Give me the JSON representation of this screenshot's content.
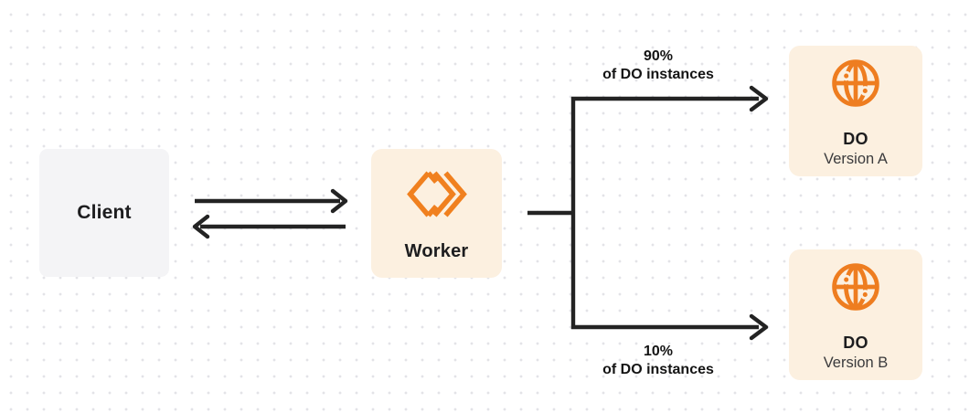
{
  "canvas": {
    "background": "#ffffff",
    "dot_grid_color": "#e3e3e7"
  },
  "nodes": {
    "client": {
      "label": "Client",
      "fill": "#f4f4f6"
    },
    "worker": {
      "label": "Worker",
      "fill": "#fcf0e0",
      "icon": "workers-chevron-icon"
    },
    "do_version_a": {
      "title": "DO",
      "subtitle": "Version A",
      "fill": "#fcf0e0",
      "icon": "globe-icon"
    },
    "do_version_b": {
      "title": "DO",
      "subtitle": "Version B",
      "fill": "#fcf0e0",
      "icon": "globe-icon"
    }
  },
  "branch_labels": {
    "top": {
      "line1": "90%",
      "line2": "of DO instances"
    },
    "bottom": {
      "line1": "10%",
      "line2": "of DO instances"
    }
  },
  "colors": {
    "accent_orange": "#F0801F",
    "line_dark": "#232323",
    "node_cream": "#fcf0e0",
    "node_gray": "#f4f4f6"
  }
}
